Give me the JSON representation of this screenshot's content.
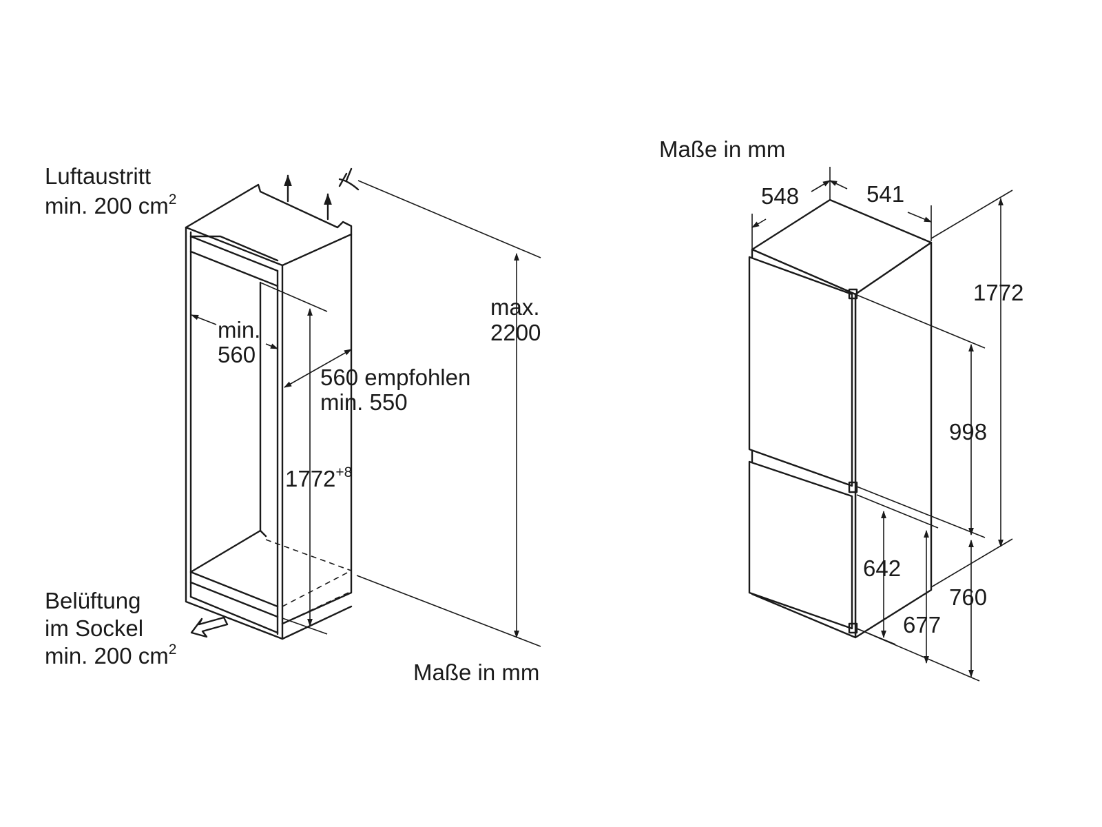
{
  "left": {
    "air_outlet": {
      "line1": "Luftaustritt",
      "line2": "min. 200 cm",
      "sup": "2"
    },
    "ventilation": {
      "line1": "Belüftung",
      "line2": "im Sockel",
      "line3": "min. 200 cm",
      "sup": "2"
    },
    "width_min": {
      "line1": "min.",
      "line2": "560"
    },
    "depth": {
      "line1": "560 empfohlen",
      "line2": "min. 550"
    },
    "niche_height": {
      "value": "1772",
      "sup": "+8"
    },
    "max_height": {
      "line1": "max.",
      "line2": "2200"
    },
    "units": "Maße in mm"
  },
  "right": {
    "units": "Maße in mm",
    "width": "548",
    "depth": "541",
    "height": "1772",
    "upper_door": "998",
    "lower_height": "760",
    "lower_door": "642",
    "lower_total": "677"
  },
  "colors": {
    "line": "#1a1a1a",
    "background": "#ffffff"
  }
}
